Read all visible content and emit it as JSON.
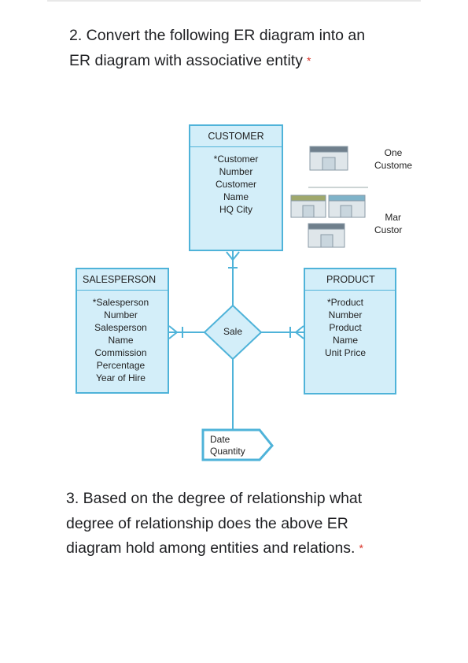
{
  "question2": {
    "text": "2. Convert the following ER diagram into an ER diagram with associative entity",
    "star": "*"
  },
  "question3": {
    "text": "3. Based on the degree of relationship what degree of relationship does the above ER diagram hold among entities and relations.",
    "star": "*"
  },
  "diagram": {
    "customer": {
      "title": "CUSTOMER",
      "attributes": [
        "*Customer",
        "Number",
        "Customer",
        "Name",
        "HQ City"
      ]
    },
    "salesperson": {
      "title": "SALESPERSON",
      "attributes": [
        "*Salesperson",
        "Number",
        "Salesperson",
        "Name",
        "Commission",
        "Percentage",
        "Year of Hire"
      ]
    },
    "product": {
      "title": "PRODUCT",
      "attributes": [
        "*Product",
        "Number",
        "Product",
        "Name",
        "Unit Price"
      ]
    },
    "relationship": {
      "label": "Sale",
      "attributes": [
        "Date",
        "Quantity"
      ]
    },
    "legend": {
      "one_label": [
        "One",
        "Custome"
      ],
      "many_label": [
        "Mar",
        "Custor"
      ]
    },
    "colors": {
      "fill": "#d3eef9",
      "stroke": "#4fb3d9"
    }
  }
}
